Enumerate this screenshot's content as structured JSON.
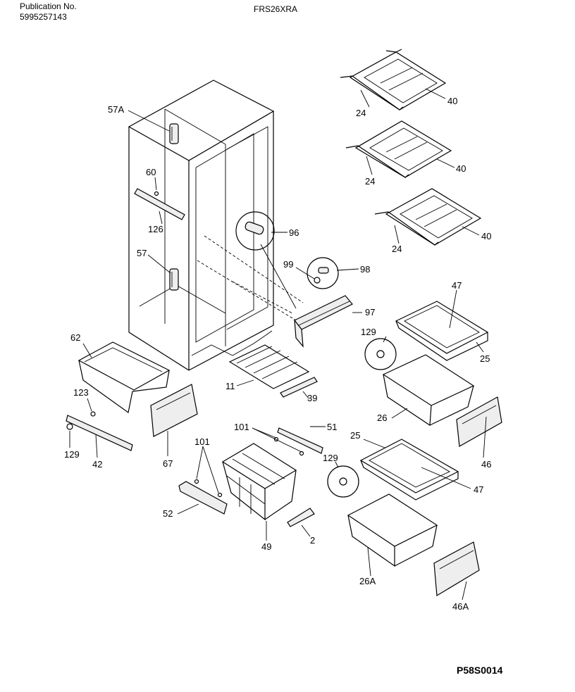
{
  "header": {
    "publication_label": "Publication No.",
    "publication_number": "5995257143",
    "model": "FRS26XRA"
  },
  "footer": {
    "drawing_code": "P58S0014"
  },
  "callouts": {
    "c57A": "57A",
    "c60": "60",
    "c126": "126",
    "c57": "57",
    "c96": "96",
    "c99": "99",
    "c98": "98",
    "c97": "97",
    "c62": "62",
    "c123": "123",
    "c129a": "129",
    "c42": "42",
    "c67": "67",
    "c11": "11",
    "c39": "39",
    "c101a": "101",
    "c51": "51",
    "c101b": "101",
    "c52": "52",
    "c49": "49",
    "c2": "2",
    "c24a": "24",
    "c40a": "40",
    "c24b": "24",
    "c40b": "40",
    "c24c": "24",
    "c40c": "40",
    "c47a": "47",
    "c129b": "129",
    "c25a": "25",
    "c26": "26",
    "c46": "46",
    "c25b": "25",
    "c129c": "129",
    "c47b": "47",
    "c26A": "26A",
    "c46A": "46A"
  }
}
